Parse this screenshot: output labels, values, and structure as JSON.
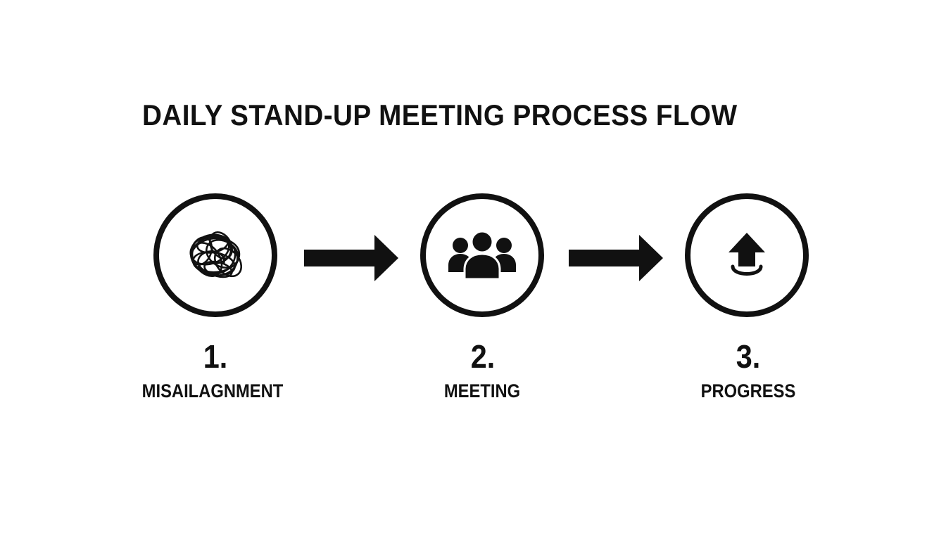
{
  "title": "DAILY STAND-UP MEETING PROCESS FLOW",
  "steps": [
    {
      "number": "1.",
      "label": "MISAILAGNMENT",
      "icon": "tangled-scribble-icon"
    },
    {
      "number": "2.",
      "label": "MEETING",
      "icon": "team-people-icon"
    },
    {
      "number": "3.",
      "label": "PROGRESS",
      "icon": "upward-arrow-icon"
    }
  ],
  "colors": {
    "ink": "#111111",
    "background": "#ffffff"
  }
}
